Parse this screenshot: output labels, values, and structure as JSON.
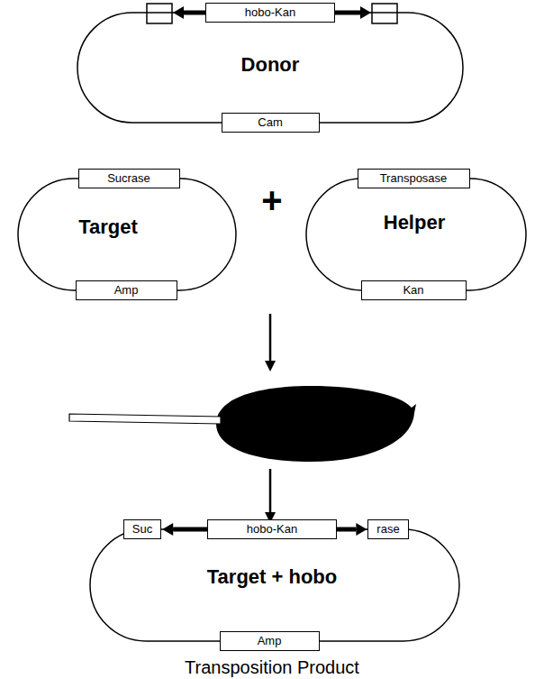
{
  "diagram": {
    "caption": "Transposition Product",
    "nodes": [
      {
        "text": [
          "Donor"
        ]
      },
      {
        "text": [
          "hobo-Kan"
        ],
        "in": 0
      },
      {
        "text": [
          "Cam"
        ],
        "in": 0
      },
      {
        "text": [
          "Target"
        ]
      },
      {
        "text": [
          "Sucrase"
        ],
        "in": 3
      },
      {
        "text": [
          "Amp"
        ],
        "in": 3
      },
      {
        "text": [
          "Helper"
        ]
      },
      {
        "text": [
          "Transposase"
        ],
        "in": 6
      },
      {
        "text": [
          "Kan"
        ],
        "in": 6
      },
      {
        "text": [
          "Target + hobo"
        ]
      },
      {
        "text": [
          "Suc"
        ],
        "in": 9
      },
      {
        "text": [
          "hobo-Kan"
        ],
        "in": 9
      },
      {
        "text": [
          "rase"
        ],
        "in": 9
      },
      {
        "text": [
          "Amp"
        ],
        "in": 9
      }
    ],
    "labels": [
      "+"
    ]
  }
}
